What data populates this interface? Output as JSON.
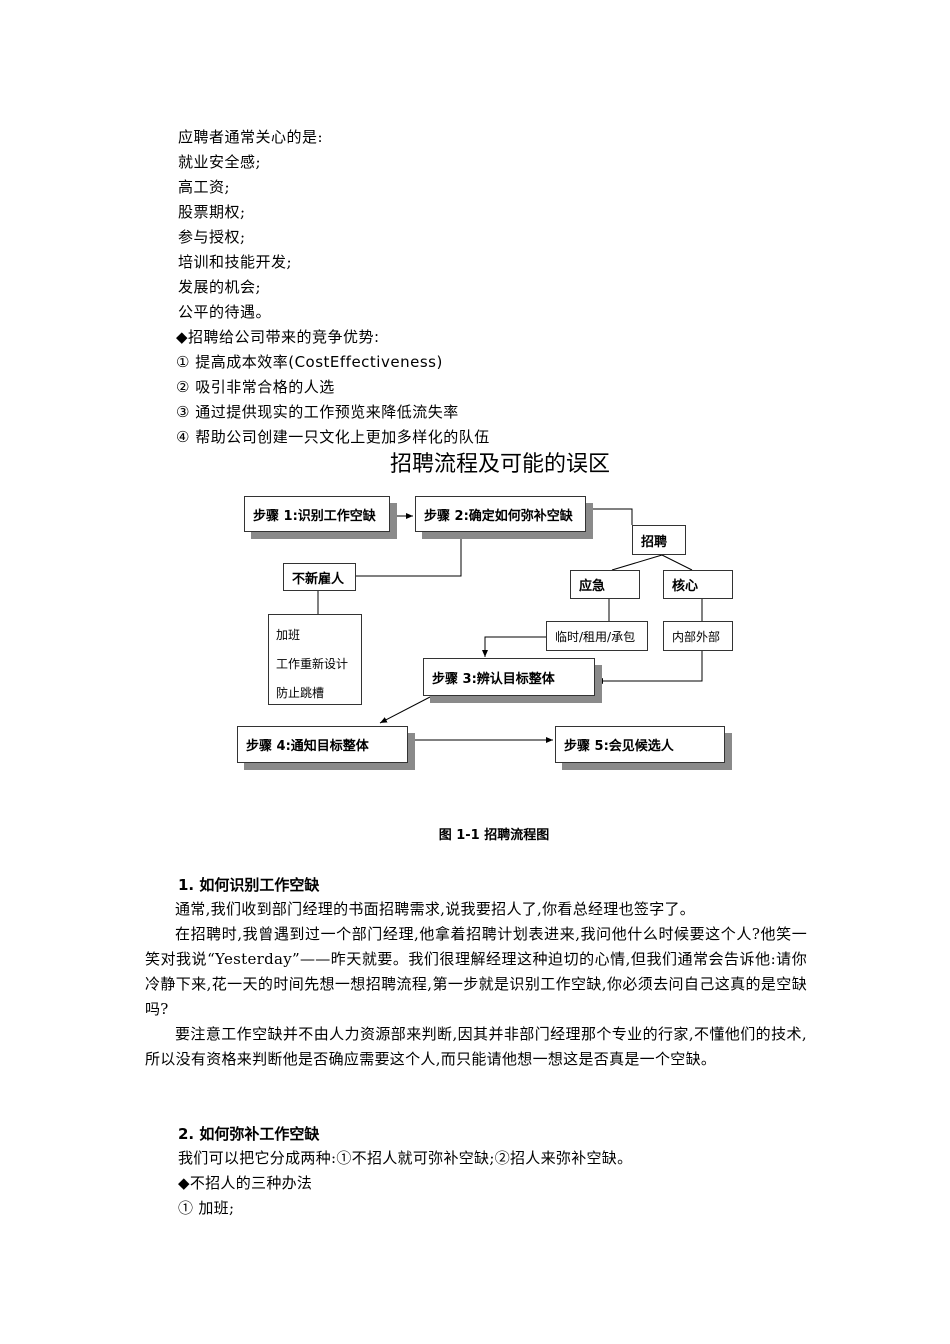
{
  "intro": {
    "lines": [
      "应聘者通常关心的是:",
      "就业安全感;",
      "高工资;",
      "股票期权;",
      "参与授权;",
      "培训和技能开发;",
      "发展的机会;",
      "公平的待遇。"
    ]
  },
  "advantages": {
    "heading": "◆招聘给公司带来的竞争优势:",
    "items": [
      "① 提高成本效率(CostEffectiveness)",
      "② 吸引非常合格的人选",
      "③ 通过提供现实的工作预览来降低流失率",
      "④ 帮助公司创建一只文化上更加多样化的队伍"
    ]
  },
  "diagram": {
    "title": "招聘流程及可能的误区",
    "step1": "步骤 1:识别工作空缺",
    "step2": "步骤 2:确定如何弥补空缺",
    "step3": "步骤 3:辨认目标整体",
    "step4": "步骤 4:通知目标整体",
    "step5": "步骤 5:会见候选人",
    "no_hire": "不新雇人",
    "no_hire_options": [
      "加班",
      "工作重新设计",
      "防止跳槽"
    ],
    "recruit": "招聘",
    "emergency": "应急",
    "core": "核心",
    "emergency_detail": "临时/租用/承包",
    "core_detail": "内部外部",
    "caption": "图 1-1   招聘流程图"
  },
  "section1": {
    "heading": "1. 如何识别工作空缺",
    "paragraphs": [
      "通常,我们收到部门经理的书面招聘需求,说我要招人了,你看总经理也签字了。",
      "在招聘时,我曾遇到过一个部门经理,他拿着招聘计划表进来,我问他什么时候要这个人?他笑一笑对我说“Yesterday”——昨天就要。我们很理解经理这种迫切的心情,但我们通常会告诉他:请你冷静下来,花一天的时间先想一想招聘流程,第一步就是识别工作空缺,你必须去问自己这真的是空缺吗?",
      "要注意工作空缺并不由人力资源部来判断,因其并非部门经理那个专业的行家,不懂他们的技术,所以没有资格来判断他是否确应需要这个人,而只能请他想一想这是否真是一个空缺。"
    ]
  },
  "section2": {
    "heading": "2. 如何弥补工作空缺",
    "paragraphs": [
      "我们可以把它分成两种:①不招人就可弥补空缺;②招人来弥补空缺。",
      "◆不招人的三种办法",
      "① 加班;"
    ]
  }
}
